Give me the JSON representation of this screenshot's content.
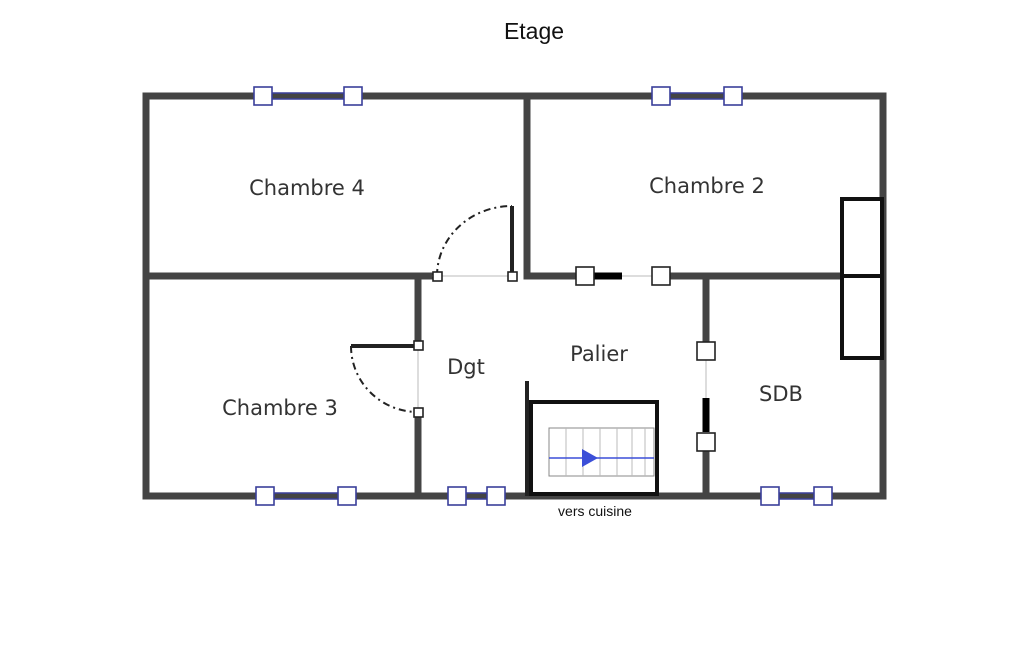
{
  "title": "Etage",
  "rooms": {
    "chambre4": "Chambre 4",
    "chambre2": "Chambre 2",
    "chambre3": "Chambre 3",
    "dgt": "Dgt",
    "palier": "Palier",
    "sdb": "SDB"
  },
  "notes": {
    "stairs_exit": "vers cuisine"
  },
  "colors": {
    "wall": "#444444",
    "window": "#3a3f9a",
    "stair_arrow": "#3b4fd8"
  }
}
